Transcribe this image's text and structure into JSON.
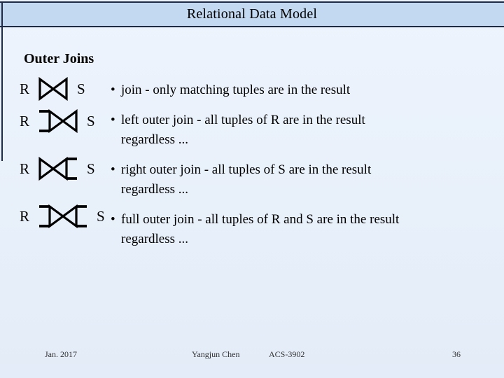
{
  "slide": {
    "header_title": "Relational Data Model",
    "section_title": "Outer Joins",
    "bullet_char": "•",
    "joins": [
      {
        "left": "R",
        "right": "S",
        "symbol": "natural-join",
        "lines": [
          "join - only matching tuples are in the result"
        ]
      },
      {
        "left": "R",
        "right": "S",
        "symbol": "left-outer-join",
        "lines": [
          "left outer join - all tuples of R are in the result",
          "regardless ..."
        ]
      },
      {
        "left": "R",
        "right": "S",
        "symbol": "right-outer-join",
        "lines": [
          "right outer join - all tuples of S are in the result",
          "regardless ..."
        ]
      },
      {
        "left": "R",
        "right": "S",
        "symbol": "full-outer-join",
        "lines": [
          "full outer join - all tuples of R and S are in the result",
          "regardless ..."
        ]
      }
    ],
    "footer": {
      "date": "Jan. 2017",
      "author": "Yangjun Chen",
      "course": "ACS-3902",
      "page": "36"
    },
    "colors": {
      "title_bar_bg": "#c2d9f1",
      "body_bg": "#e8f0fa",
      "rule_line": "#1f2a44",
      "text": "#000000",
      "footer_text": "#333333"
    }
  }
}
